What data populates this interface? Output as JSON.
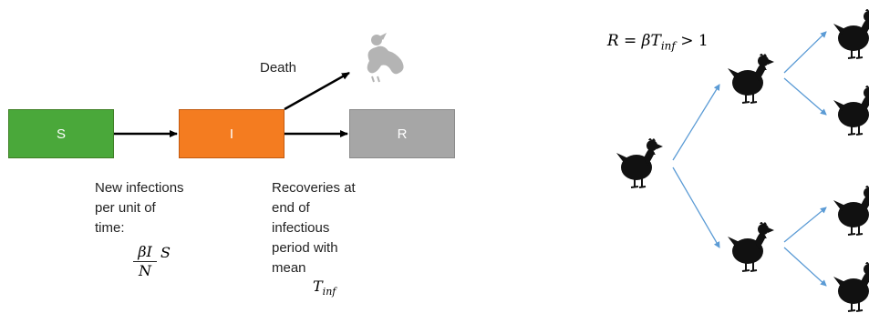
{
  "colors": {
    "susceptible": "#4aa83a",
    "infected": "#f47c20",
    "recovered": "#a6a6a6",
    "branch": "#5b9bd5",
    "arrow": "#000000",
    "death_icon": "#b4b4b4",
    "chicken": "#111111"
  },
  "boxes": {
    "s": "S",
    "i": "I",
    "r": "R"
  },
  "labels": {
    "death": "Death",
    "new_infections": "New infections\nper unit of\ntime:",
    "recoveries": "Recoveries at\nend of\ninfectious\nperiod with\nmean"
  },
  "formulas": {
    "rate_numerator": "βI",
    "rate_denominator": "N",
    "rate_s": "S",
    "t_inf": "T",
    "t_inf_sub": "inf",
    "reproduction_lhs": "R = βT",
    "reproduction_sub": "inf",
    "reproduction_rhs": " > 1"
  },
  "icons": {
    "death": "dead-bird-icon",
    "chicken": "chicken-icon"
  }
}
